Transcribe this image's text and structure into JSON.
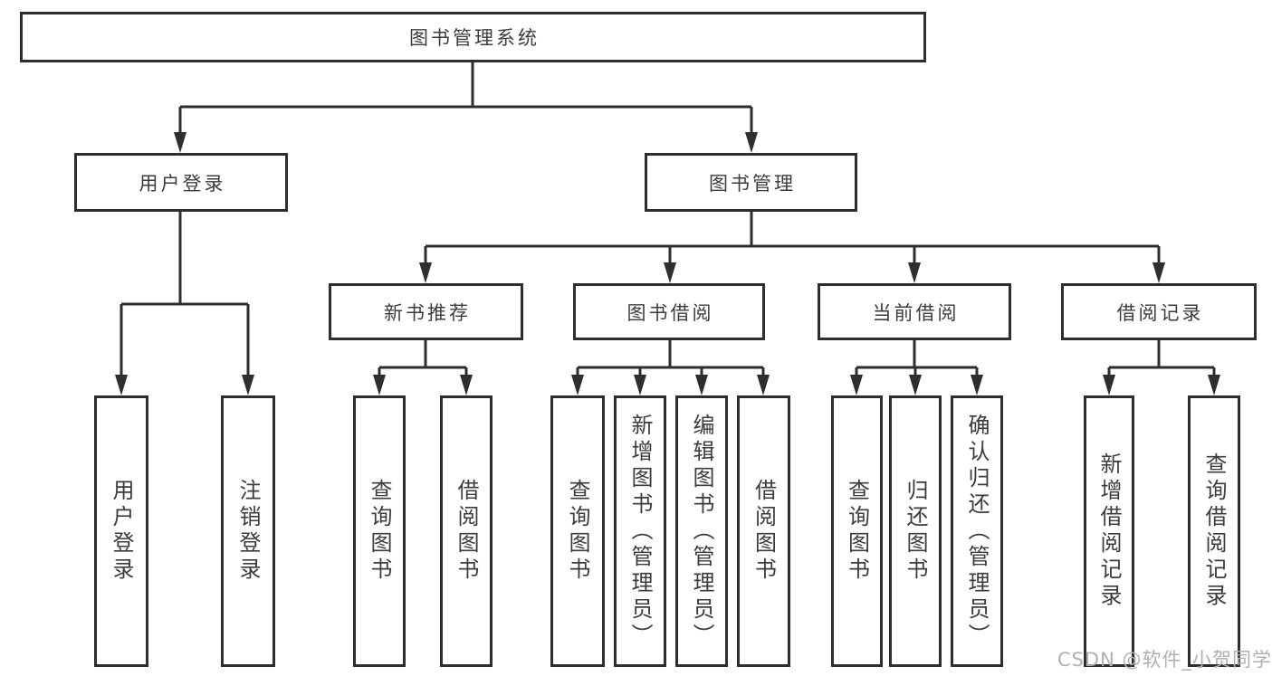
{
  "diagram_type": "hierarchy-tree",
  "colors": {
    "background": "#ffffff",
    "line": "#2e2e2e",
    "box_border": "#2e2e2e",
    "text": "#3c3c3c",
    "watermark": "#b0b0b0"
  },
  "watermark": {
    "text": "CSDN @软件_小贺同学"
  },
  "tree": {
    "label": "图书管理系统",
    "children": [
      {
        "label": "用户登录",
        "children": [
          {
            "label": "用户登录"
          },
          {
            "label": "注销登录"
          }
        ]
      },
      {
        "label": "图书管理",
        "children": [
          {
            "label": "新书推荐",
            "children": [
              {
                "label": "查询图书"
              },
              {
                "label": "借阅图书"
              }
            ]
          },
          {
            "label": "图书借阅",
            "children": [
              {
                "label": "查询图书"
              },
              {
                "label": "新增图书（管理员）"
              },
              {
                "label": "编辑图书（管理员）"
              },
              {
                "label": "借阅图书"
              }
            ]
          },
          {
            "label": "当前借阅",
            "children": [
              {
                "label": "查询图书"
              },
              {
                "label": "归还图书"
              },
              {
                "label": "确认归还（管理员）"
              }
            ]
          },
          {
            "label": "借阅记录",
            "children": [
              {
                "label": "新增借阅记录"
              },
              {
                "label": "查询借阅记录"
              }
            ]
          }
        ]
      }
    ]
  }
}
